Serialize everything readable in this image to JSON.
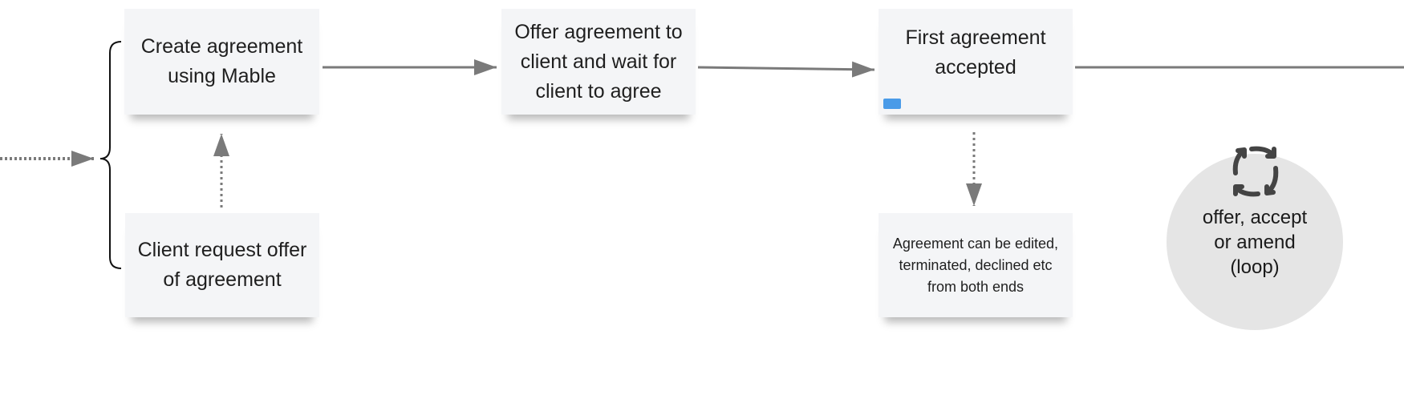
{
  "notes": {
    "create": "Create agreement using Mable",
    "client_request": "Client request offer of agreement",
    "offer": "Offer agreement to client and wait for client to agree",
    "first_accepted": "First agreement accepted",
    "editable": "Agreement can be edited, terminated, declined etc from both ends"
  },
  "loop": {
    "label_line1": "offer, accept",
    "label_line2": "or amend",
    "label_line3": "(loop)",
    "icon": "refresh-cycle-icon"
  },
  "colors": {
    "tag": "#4a9be8",
    "arrow": "#7a7a7a",
    "note_bg": "#f4f5f7",
    "circle_bg": "#e5e5e5"
  }
}
